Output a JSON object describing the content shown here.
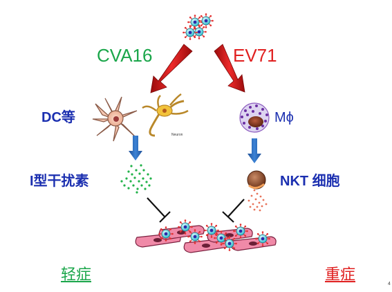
{
  "labels": {
    "cva16": "CVA16",
    "ev71": "EV71",
    "dc": "DC等",
    "mphi": "Mϕ",
    "ifn": "I型干扰素",
    "nkt": "NKT 细胞",
    "mild": "轻症",
    "severe": "重症",
    "neuron_caption": "Neuron",
    "page_number": "4"
  },
  "colors": {
    "cva_green": "#1aa64a",
    "ev_red": "#e02020",
    "arrow_blue": "#2a6fbf",
    "label_blue": "#1b2fb0"
  }
}
